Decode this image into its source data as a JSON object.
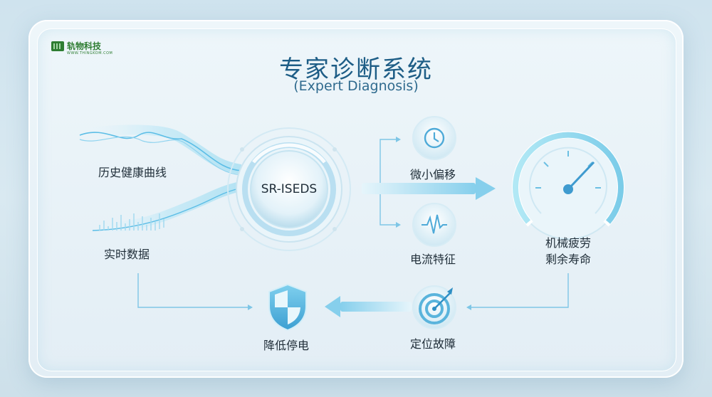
{
  "logo": {
    "name": "轨物科技",
    "sub": "WWW.THINGKOM.COM"
  },
  "title": "专家诊断系统",
  "subtitle": "(Expert Diagnosis)",
  "core": "SR-ISEDS",
  "inputs": {
    "history": "历史健康曲线",
    "realtime": "实时数据"
  },
  "features": {
    "drift": "微小偏移",
    "current": "电流特征"
  },
  "outputs": {
    "fatigue_line1": "机械疲劳",
    "fatigue_line2": "剩余寿命",
    "locate": "定位故障",
    "reduce_outage": "降低停电"
  },
  "colors": {
    "accent": "#5bb8e0",
    "title": "#1d5d86",
    "glow": "#8fd8f0"
  }
}
